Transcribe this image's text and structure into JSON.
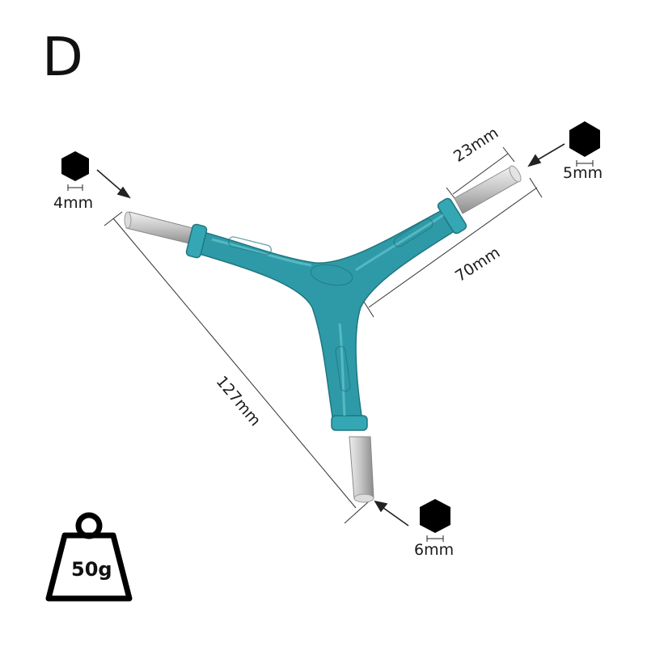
{
  "variant_letter": "D",
  "hex_keys": [
    {
      "label": "4mm",
      "icon": "hexagon-icon"
    },
    {
      "label": "5mm",
      "icon": "hexagon-icon"
    },
    {
      "label": "6mm",
      "icon": "hexagon-icon"
    }
  ],
  "dimensions": {
    "bit_length": "23mm",
    "arm_length": "70mm",
    "overall_length": "127mm"
  },
  "weight": {
    "label": "50g",
    "icon": "weight-icon"
  },
  "colors": {
    "handle": "#2f9aa7",
    "bit": "#c8c8c8",
    "ink": "#111111"
  }
}
